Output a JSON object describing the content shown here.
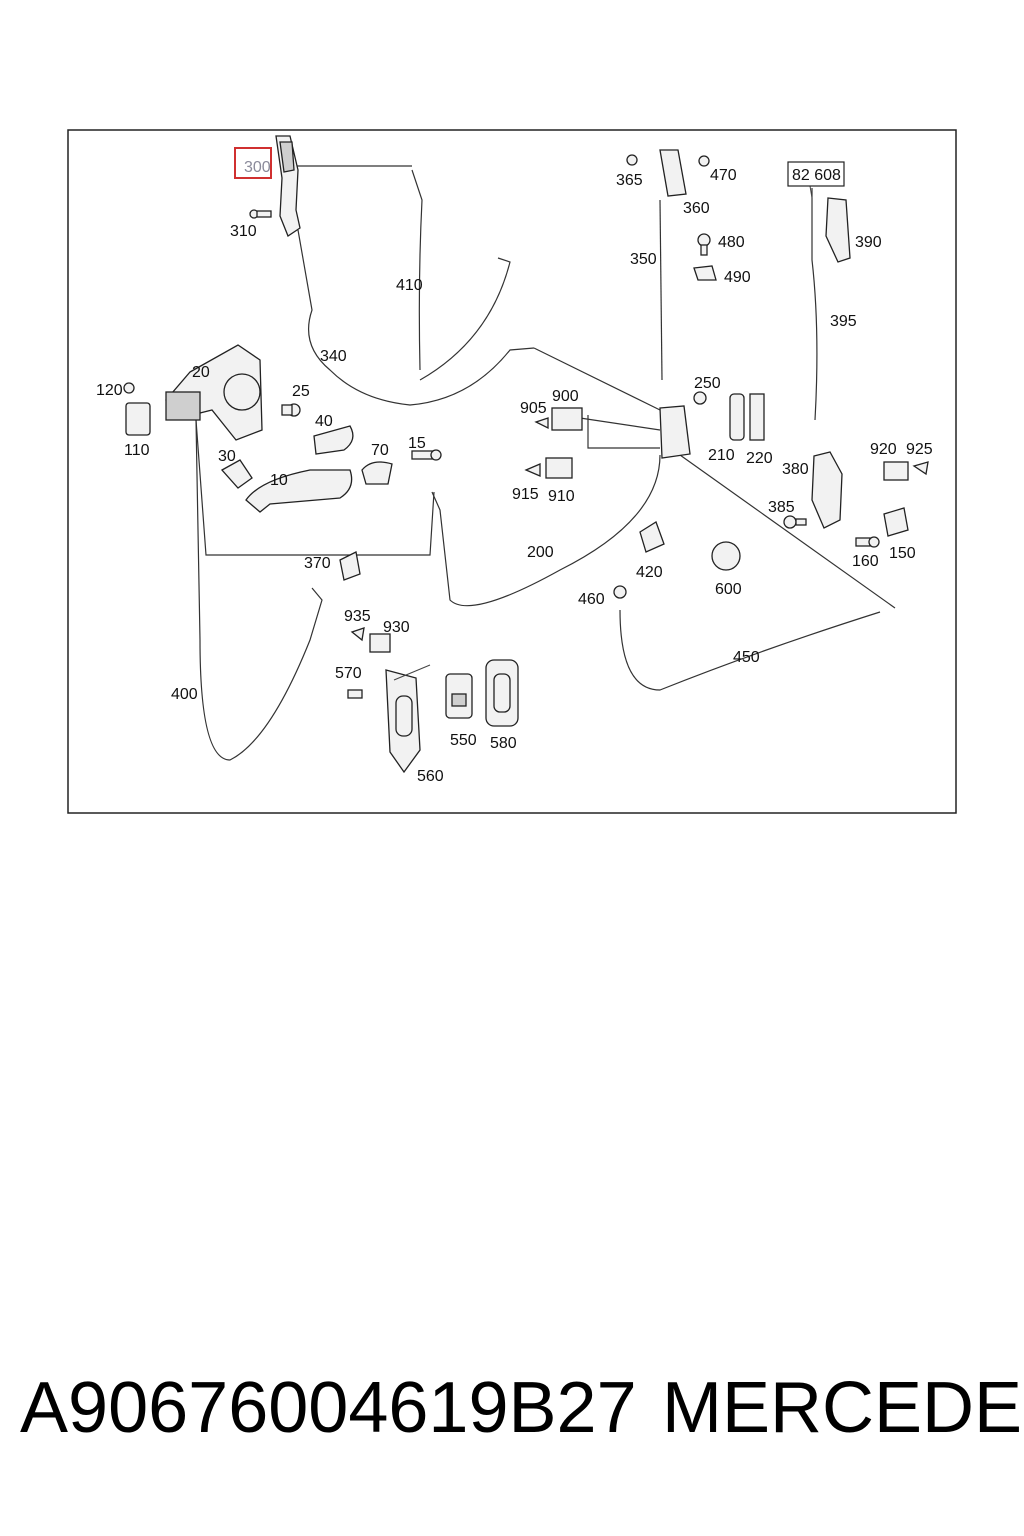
{
  "diagram": {
    "highlight_color": "#d03030",
    "highlighted_part": "300",
    "boxed_ref": "82 608",
    "labels": {
      "p300": "300",
      "p310": "310",
      "p410": "410",
      "p340": "340",
      "p20": "20",
      "p25": "25",
      "p120": "120",
      "p110": "110",
      "p40": "40",
      "p30": "30",
      "p70": "70",
      "p15": "15",
      "p10": "10",
      "p365": "365",
      "p470": "470",
      "p360": "360",
      "p350": "350",
      "p480": "480",
      "p490": "490",
      "p390": "390",
      "p395": "395",
      "p250": "250",
      "p210": "210",
      "p220": "220",
      "p905": "905",
      "p900": "900",
      "p915": "915",
      "p910": "910",
      "p200": "200",
      "p380": "380",
      "p920": "920",
      "p925": "925",
      "p385": "385",
      "p160": "160",
      "p150": "150",
      "p420": "420",
      "p600": "600",
      "p460": "460",
      "p450": "450",
      "p370": "370",
      "p935": "935",
      "p930": "930",
      "p570": "570",
      "p550": "550",
      "p580": "580",
      "p560": "560",
      "p400": "400"
    }
  },
  "footer": {
    "part_number": "A90676004619B27",
    "brand": "MERCEDES"
  }
}
